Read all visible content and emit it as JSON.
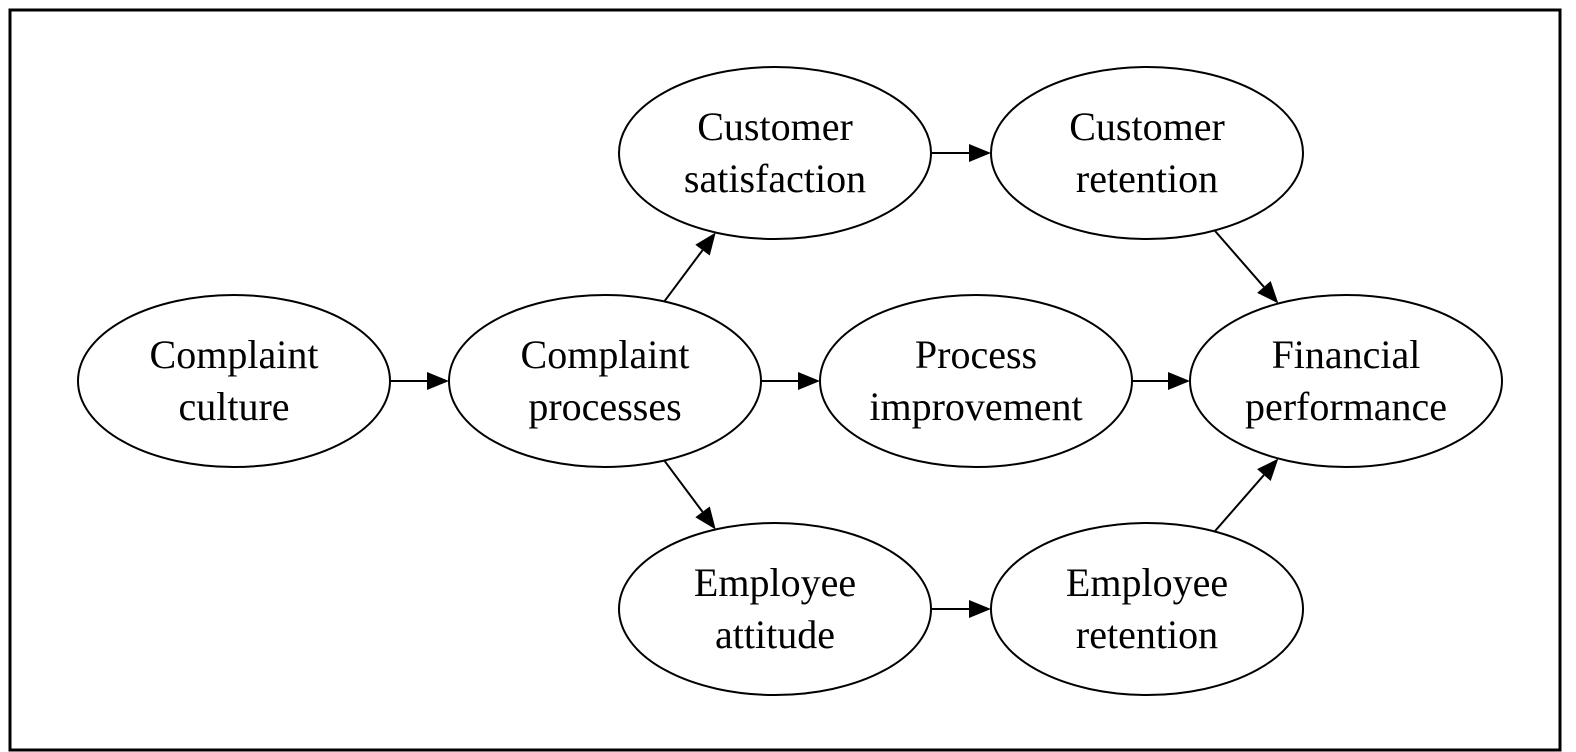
{
  "nodes": [
    {
      "id": "complaint-culture",
      "lines": [
        "Complaint",
        "culture"
      ]
    },
    {
      "id": "complaint-processes",
      "lines": [
        "Complaint",
        "processes"
      ]
    },
    {
      "id": "customer-satisfaction",
      "lines": [
        "Customer",
        "satisfaction"
      ]
    },
    {
      "id": "customer-retention",
      "lines": [
        "Customer",
        "retention"
      ]
    },
    {
      "id": "process-improvement",
      "lines": [
        "Process",
        "improvement"
      ]
    },
    {
      "id": "financial-performance",
      "lines": [
        "Financial",
        "performance"
      ]
    },
    {
      "id": "employee-attitude",
      "lines": [
        "Employee",
        "attitude"
      ]
    },
    {
      "id": "employee-retention",
      "lines": [
        "Employee",
        "retention"
      ]
    }
  ],
  "edges": [
    {
      "from": "complaint-culture",
      "to": "complaint-processes"
    },
    {
      "from": "complaint-processes",
      "to": "customer-satisfaction"
    },
    {
      "from": "complaint-processes",
      "to": "process-improvement"
    },
    {
      "from": "complaint-processes",
      "to": "employee-attitude"
    },
    {
      "from": "customer-satisfaction",
      "to": "customer-retention"
    },
    {
      "from": "process-improvement",
      "to": "financial-performance"
    },
    {
      "from": "employee-attitude",
      "to": "employee-retention"
    },
    {
      "from": "customer-retention",
      "to": "financial-performance"
    },
    {
      "from": "employee-retention",
      "to": "financial-performance"
    }
  ]
}
